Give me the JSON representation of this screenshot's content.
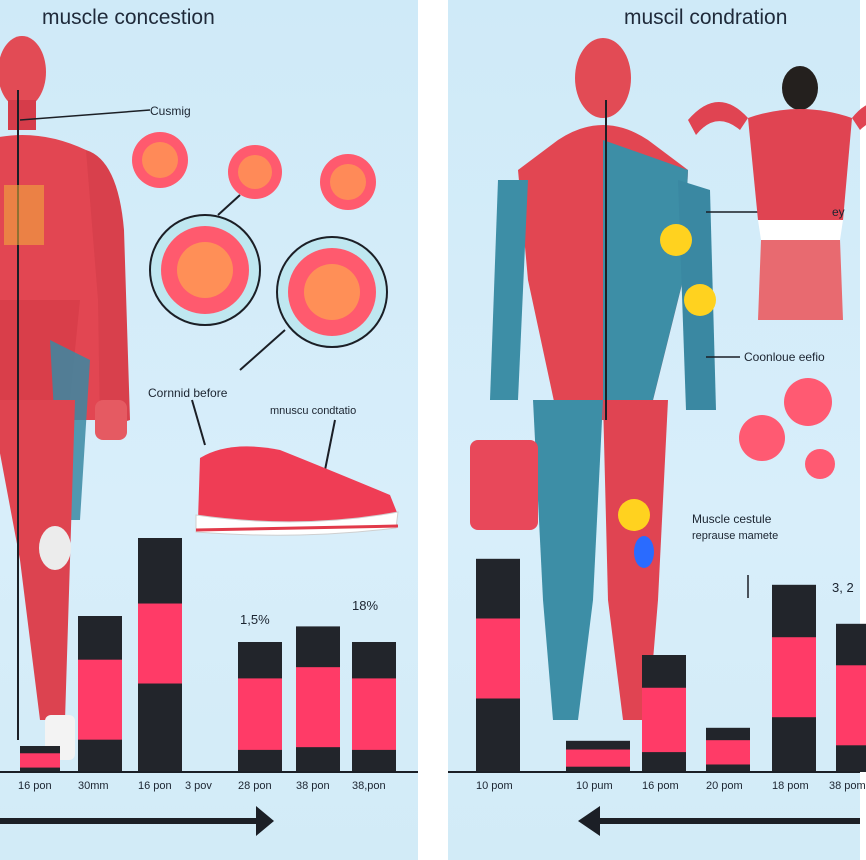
{
  "left": {
    "title": "muscle concestion",
    "callouts": {
      "top": "Cusmig",
      "before": "Cornnid before",
      "shoe": "mnuscu condtatio"
    },
    "values": [
      "1,5%",
      "18%"
    ],
    "chart_data": {
      "type": "bar",
      "categories": [
        "16 pon",
        "30mm",
        "16 pon",
        "3 pov",
        "28 pon",
        "38 pon",
        "38,pon"
      ],
      "series": [
        {
          "name": "",
          "values": [
            1,
            6,
            9,
            0,
            5,
            5.6,
            5
          ]
        }
      ]
    }
  },
  "right": {
    "title": "muscil condration",
    "callouts": {
      "back": "ey",
      "cell": "Coonloue eefio",
      "muscle": "Muscle cestule",
      "muscle_sub": "reprause mamete"
    },
    "values": [
      "3, 2"
    ],
    "chart_data": {
      "type": "bar",
      "categories": [
        "10 pom",
        "10 pum",
        "16 pom",
        "20 pom",
        "18 pom",
        "38 pom"
      ],
      "series": [
        {
          "name": "",
          "values": [
            8.2,
            1.2,
            4.5,
            1.7,
            7.2,
            5.7
          ]
        }
      ]
    }
  },
  "colors": {
    "background": "#d2ebf7",
    "bar_dark": "#22252b",
    "bar_pink": "#ff3b67",
    "muscle_red": "#e04452",
    "muscle_teal": "#3d8ea6"
  }
}
